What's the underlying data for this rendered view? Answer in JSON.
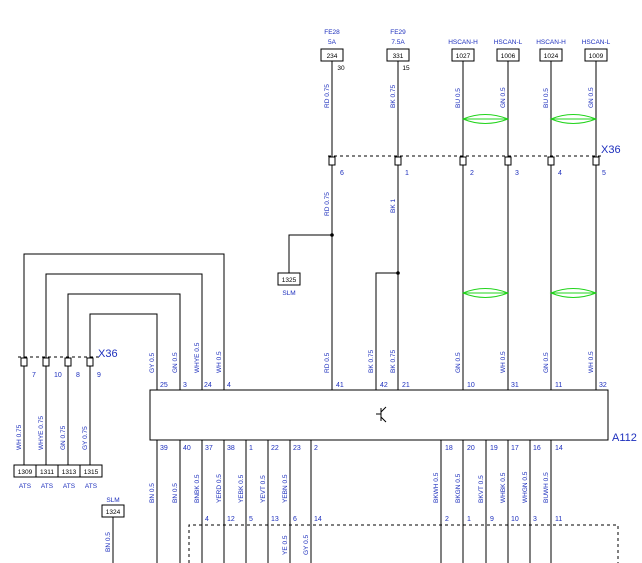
{
  "top_fuses": [
    {
      "name": "FE28",
      "rating": "5A",
      "id": "234",
      "pin": "30"
    },
    {
      "name": "FE29",
      "rating": "7.5A",
      "id": "331",
      "pin": "15"
    }
  ],
  "can_terms": [
    {
      "name": "HSCAN-H",
      "id": "1027"
    },
    {
      "name": "HSCAN-L",
      "id": "1006"
    },
    {
      "name": "HSCAN-H",
      "id": "1024"
    },
    {
      "name": "HSCAN-L",
      "id": "1009"
    }
  ],
  "wire_labels_upper": [
    "RD 0.75",
    "BK 0.75",
    "BU 0.5",
    "GN 0.5",
    "BU 0.5",
    "GN 0.5"
  ],
  "wire_labels_mid": [
    "RD 0.75",
    "BK 1"
  ],
  "x36_top": {
    "name": "X36",
    "pins": [
      "6",
      "1",
      "2",
      "3",
      "4",
      "5"
    ]
  },
  "slm_1325": {
    "id": "1325",
    "label": "SLM"
  },
  "x36_left": {
    "name": "X36",
    "pins": [
      "7",
      "10",
      "8",
      "9"
    ]
  },
  "left_wire_labels": [
    "WH 0.75",
    "WHYE 0.75",
    "GN 0.75",
    "GY 0.75"
  ],
  "ats_terms": [
    {
      "id": "1309",
      "label": "ATS"
    },
    {
      "id": "1311",
      "label": "ATS"
    },
    {
      "id": "1313",
      "label": "ATS"
    },
    {
      "id": "1315",
      "label": "ATS"
    }
  ],
  "module": {
    "name": "A112"
  },
  "module_top_wires": [
    {
      "label": "GY 0.5",
      "pin": "25"
    },
    {
      "label": "GN 0.5",
      "pin": "3"
    },
    {
      "label": "WHYE 0.5",
      "pin": "24"
    },
    {
      "label": "WH 0.5",
      "pin": "4"
    },
    {
      "label": "RD 0.5",
      "pin": "41"
    },
    {
      "label": "BK 0.75",
      "pin": "42"
    },
    {
      "label": "BK 0.75",
      "pin": "21"
    },
    {
      "label": "GN 0.5",
      "pin": "10"
    },
    {
      "label": "WH 0.5",
      "pin": "31"
    },
    {
      "label": "GN 0.5",
      "pin": "11"
    },
    {
      "label": "WH 0.5",
      "pin": "32"
    }
  ],
  "module_bottom_wires": [
    {
      "pin": "39",
      "label": "BN 0.5",
      "conn": ""
    },
    {
      "pin": "40",
      "label": "BN 0.5",
      "conn": ""
    },
    {
      "pin": "37",
      "label": "BNBK 0.5",
      "conn": "4"
    },
    {
      "pin": "38",
      "label": "YERD 0.5",
      "conn": "12"
    },
    {
      "pin": "1",
      "label": "YEBK 0.5",
      "conn": "5"
    },
    {
      "pin": "22",
      "label": "YEVT 0.5",
      "conn": "13"
    },
    {
      "pin": "23",
      "label": "YEBN 0.5",
      "conn": "6"
    },
    {
      "pin": "2",
      "label": "",
      "conn": "14"
    },
    {
      "pin": "18",
      "label": "BKWH 0.5",
      "conn": "2"
    },
    {
      "pin": "20",
      "label": "BKGN 0.5",
      "conn": "1"
    },
    {
      "pin": "19",
      "label": "BKVT 0.5",
      "conn": "9"
    },
    {
      "pin": "17",
      "label": "WHBK 0.5",
      "conn": "10"
    },
    {
      "pin": "16",
      "label": "WHGN 0.5",
      "conn": "3"
    },
    {
      "pin": "14",
      "label": "BUWH 0.5",
      "conn": "11"
    }
  ],
  "lower_labels": [
    "YE 0.5",
    "GY 0.5"
  ],
  "slm_1324": {
    "id": "1324",
    "label": "SLM",
    "wire": "BN 0.5"
  }
}
